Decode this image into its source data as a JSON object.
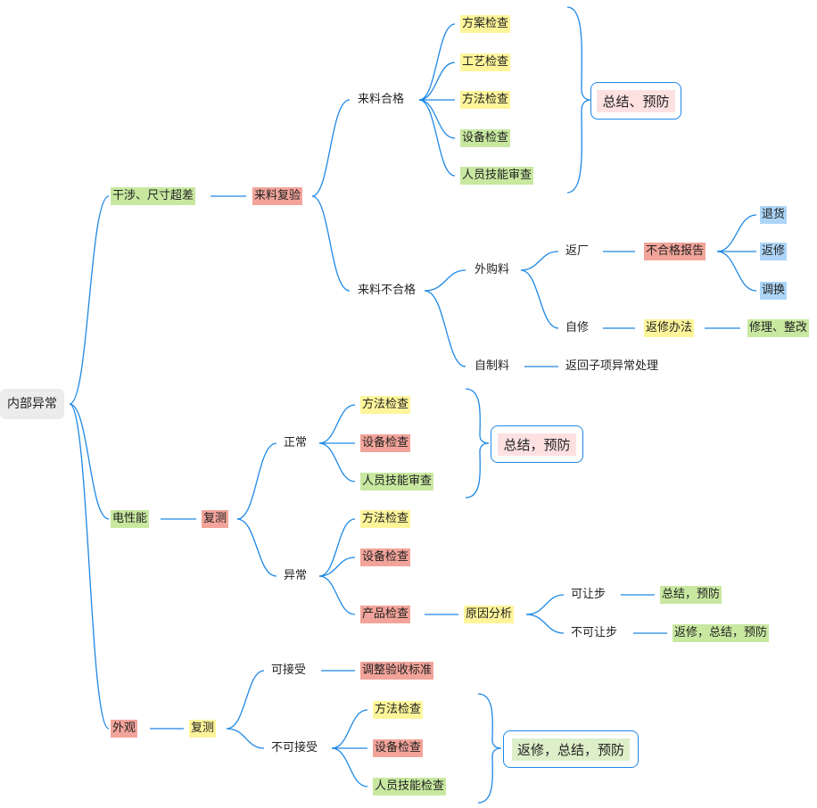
{
  "root": "内部异常",
  "branches": {
    "interference": "干涉、尺寸超差",
    "electrical": "电性能",
    "appearance": "外观"
  },
  "interference_branch": {
    "recheck": "来料复验",
    "qualified": {
      "label": "来料合格",
      "items": [
        "方案检查",
        "工艺检查",
        "方法检查",
        "设备检查",
        "人员技能审查"
      ],
      "summary": "总结、预防"
    },
    "unqualified": {
      "label": "来料不合格",
      "purchased": {
        "label": "外购料",
        "return_factory": "返厂",
        "report": "不合格报告",
        "report_options": [
          "退货",
          "返修",
          "调换"
        ],
        "self_repair": "自修",
        "repair_method": "返修办法",
        "repair_result": "修理、整改"
      },
      "self_made": {
        "label": "自制料",
        "action": "返回子项异常处理"
      }
    }
  },
  "electrical_branch": {
    "recheck": "复测",
    "normal": {
      "label": "正常",
      "items": [
        "方法检查",
        "设备检查",
        "人员技能审查"
      ],
      "summary": "总结，预防"
    },
    "abnormal": {
      "label": "异常",
      "items": [
        "方法检查",
        "设备检查",
        "产品检查"
      ],
      "cause": "原因分析",
      "concession": "可让步",
      "concession_result": "总结，预防",
      "no_concession": "不可让步",
      "no_concession_result": "返修，总结，预防"
    }
  },
  "appearance_branch": {
    "recheck": "复测",
    "acceptable": {
      "label": "可接受",
      "action": "调整验收标准"
    },
    "unacceptable": {
      "label": "不可接受",
      "items": [
        "方法检查",
        "设备检查",
        "人员技能检查"
      ],
      "summary": "返修，总结，预防"
    }
  },
  "colors": {
    "line": "#1e88e5",
    "yellow": "#fef59b",
    "green": "#c8e8a0",
    "red": "#f2a49a",
    "blue": "#acd5f7"
  }
}
